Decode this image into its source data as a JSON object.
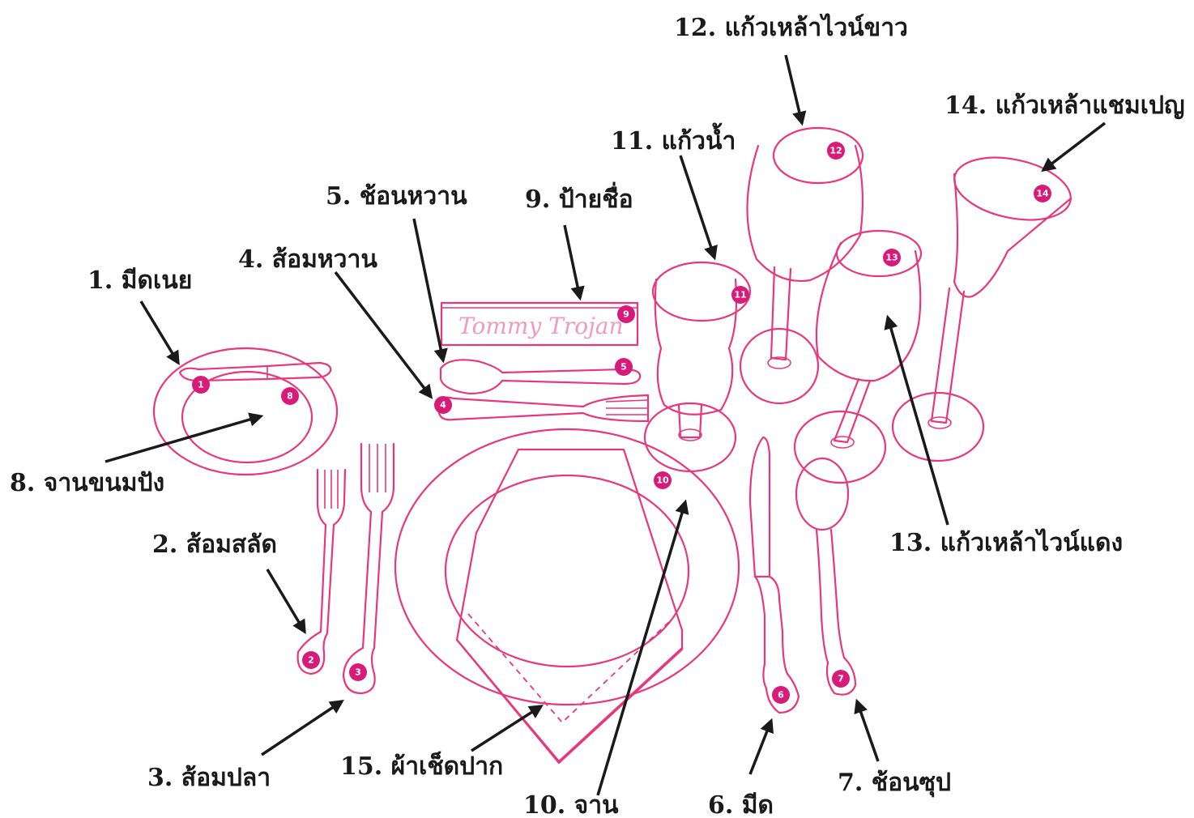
{
  "labels": {
    "l1": "1. มีดเนย",
    "l2": "2. ส้อมสลัด",
    "l3": "3. ส้อมปลา",
    "l4": "4. ส้อมหวาน",
    "l5": "5. ช้อนหวาน",
    "l6": "6. มีด",
    "l7": "7. ช้อนซุป",
    "l8": "8. จานขนมปัง",
    "l9": "9. ป้ายชื่อ",
    "l10": "10. จาน",
    "l11": "11. แก้วน้ำ",
    "l12": "12. แก้วเหล้าไวน์ขาว",
    "l13": "13. แก้วเหล้าไวน์แดง",
    "l14": "14. แก้วเหล้าแชมเปญ",
    "l15": "15. ผ้าเช็ดปาก"
  },
  "badges": {
    "b1": "1",
    "b2": "2",
    "b3": "3",
    "b4": "4",
    "b5": "5",
    "b6": "6",
    "b7": "7",
    "b8": "8",
    "b9": "9",
    "b10": "10",
    "b11": "11",
    "b12": "12",
    "b13": "13",
    "b14": "14"
  },
  "name_card": {
    "text": "Tommy Trojan"
  },
  "colors": {
    "outline": "#e8377c",
    "badge": "#d81b78",
    "arrow": "#1a1a1a"
  }
}
